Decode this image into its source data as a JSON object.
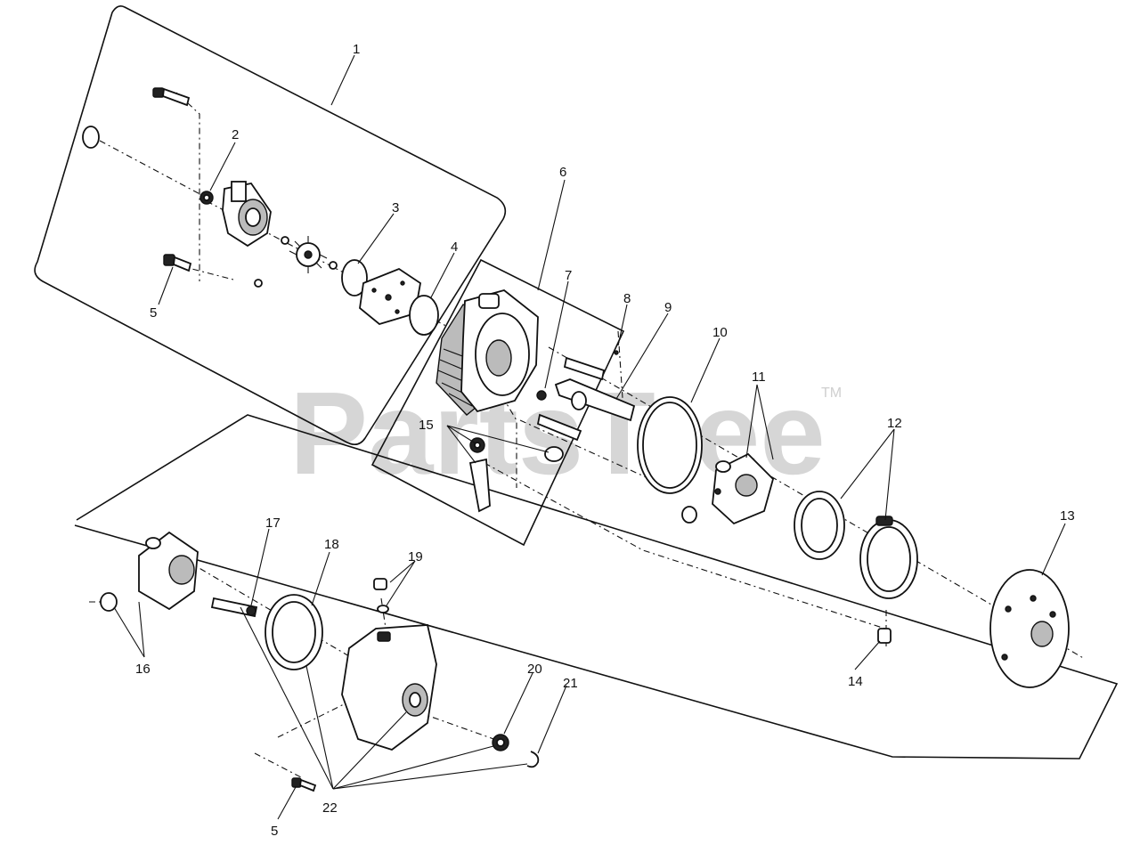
{
  "watermark": {
    "brand": "PartsTree",
    "trademark": "TM"
  },
  "callouts": [
    {
      "id": "c1",
      "text": "1"
    },
    {
      "id": "c2",
      "text": "2"
    },
    {
      "id": "c3",
      "text": "3"
    },
    {
      "id": "c4",
      "text": "4"
    },
    {
      "id": "c5a",
      "text": "5"
    },
    {
      "id": "c6",
      "text": "6"
    },
    {
      "id": "c7",
      "text": "7"
    },
    {
      "id": "c8",
      "text": "8"
    },
    {
      "id": "c9",
      "text": "9"
    },
    {
      "id": "c10",
      "text": "10"
    },
    {
      "id": "c11",
      "text": "11"
    },
    {
      "id": "c12",
      "text": "12"
    },
    {
      "id": "c13",
      "text": "13"
    },
    {
      "id": "c14",
      "text": "14"
    },
    {
      "id": "c15",
      "text": "15"
    },
    {
      "id": "c16",
      "text": "16"
    },
    {
      "id": "c17",
      "text": "17"
    },
    {
      "id": "c18",
      "text": "18"
    },
    {
      "id": "c19",
      "text": "19"
    },
    {
      "id": "c20",
      "text": "20"
    },
    {
      "id": "c21",
      "text": "21"
    },
    {
      "id": "c22",
      "text": "22"
    },
    {
      "id": "c5b",
      "text": "5"
    }
  ],
  "colors": {
    "line": "#111111",
    "watermark": "#d6d6d6",
    "background": "#ffffff"
  }
}
